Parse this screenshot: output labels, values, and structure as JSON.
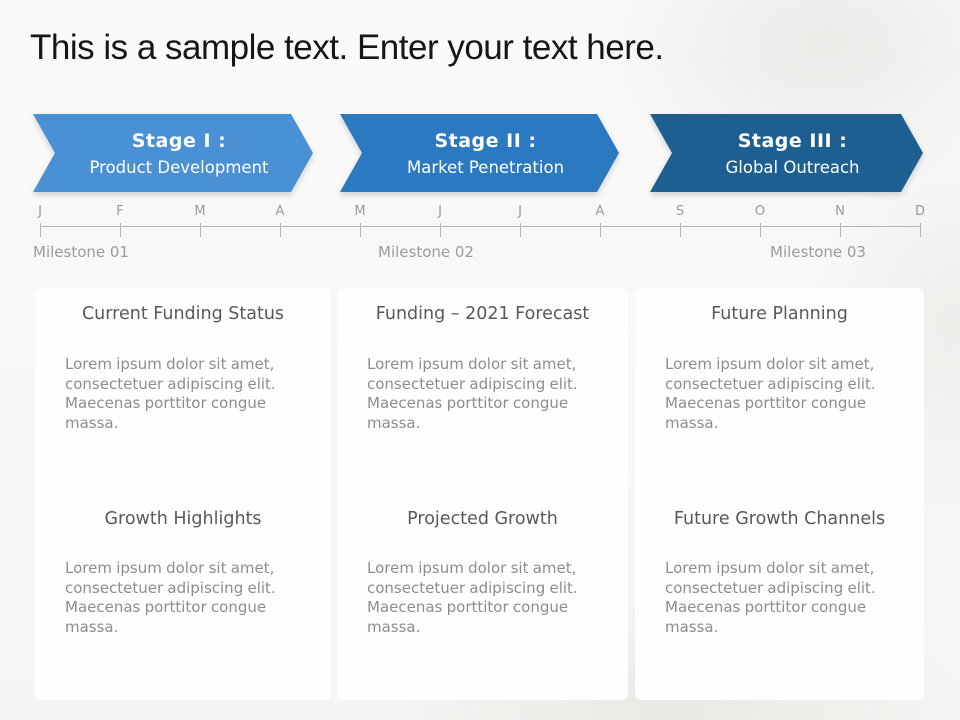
{
  "slide": {
    "title": "This is a sample text. Enter your text here."
  },
  "stages": [
    {
      "label": "Stage I :",
      "name": "Product Development",
      "color": "#4a90d5"
    },
    {
      "label": "Stage II :",
      "name": "Market Penetration",
      "color": "#2b7ac1"
    },
    {
      "label": "Stage III :",
      "name": "Global Outreach",
      "color": "#1d5f90"
    }
  ],
  "timeline": {
    "months": [
      "J",
      "F",
      "M",
      "A",
      "M",
      "J",
      "J",
      "A",
      "S",
      "O",
      "N",
      "D"
    ],
    "milestones": [
      "Milestone 01",
      "Milestone 02",
      "Milestone 03"
    ]
  },
  "cards": [
    {
      "title": "Current Funding Status",
      "body": "Lorem ipsum dolor sit amet, consectetuer adipiscing elit. Maecenas porttitor congue massa."
    },
    {
      "title": "Funding – 2021 Forecast",
      "body": "Lorem ipsum dolor sit amet, consectetuer adipiscing elit. Maecenas porttitor congue massa."
    },
    {
      "title": "Future Planning",
      "body": "Lorem ipsum dolor sit amet, consectetuer adipiscing elit. Maecenas porttitor congue massa."
    },
    {
      "title": "Growth Highlights",
      "body": "Lorem ipsum dolor sit amet, consectetuer adipiscing elit. Maecenas porttitor congue massa."
    },
    {
      "title": "Projected Growth",
      "body": "Lorem ipsum dolor sit amet, consectetuer adipiscing elit. Maecenas porttitor congue massa."
    },
    {
      "title": "Future Growth Channels",
      "body": "Lorem ipsum dolor sit amet, consectetuer adipiscing elit. Maecenas porttitor congue massa."
    }
  ]
}
